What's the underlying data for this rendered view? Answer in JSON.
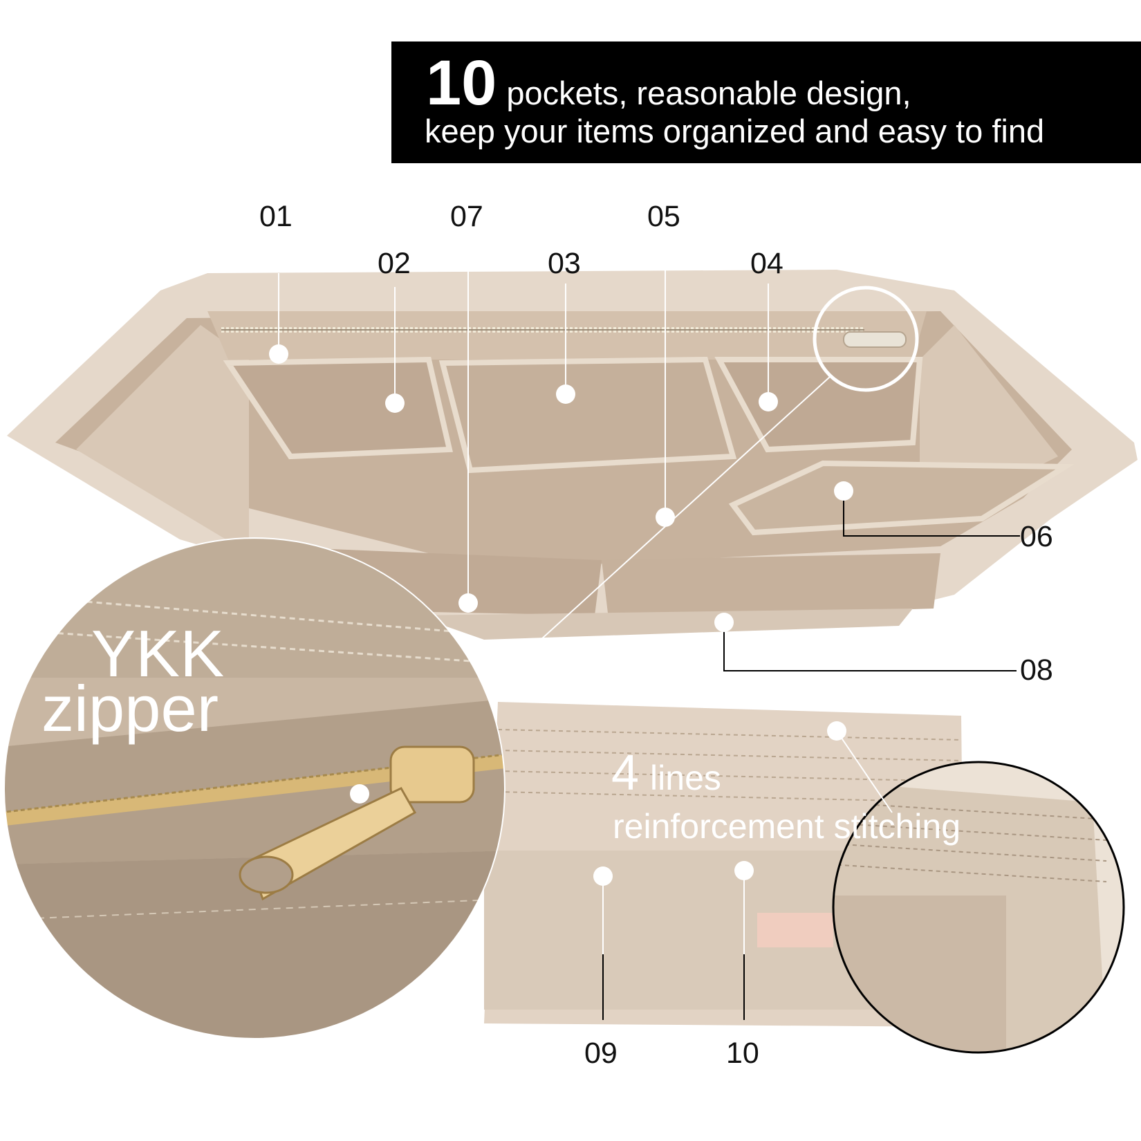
{
  "headline": {
    "count": "10",
    "line1": "pockets, reasonable design,",
    "line2": "keep your items organized and easy to find"
  },
  "labels": [
    "01",
    "02",
    "03",
    "04",
    "05",
    "06",
    "07",
    "08",
    "09",
    "10"
  ],
  "zipper_callout": {
    "brand": "YKK",
    "word": "zipper"
  },
  "stitching_callout": {
    "count": "4",
    "unit": "lines",
    "text": "reinforcement stitching"
  },
  "colors": {
    "felt": "#e3d6c8",
    "felt_dark": "#bfa993",
    "banner": "#000000",
    "zipper_gold": "#d9b77a"
  }
}
